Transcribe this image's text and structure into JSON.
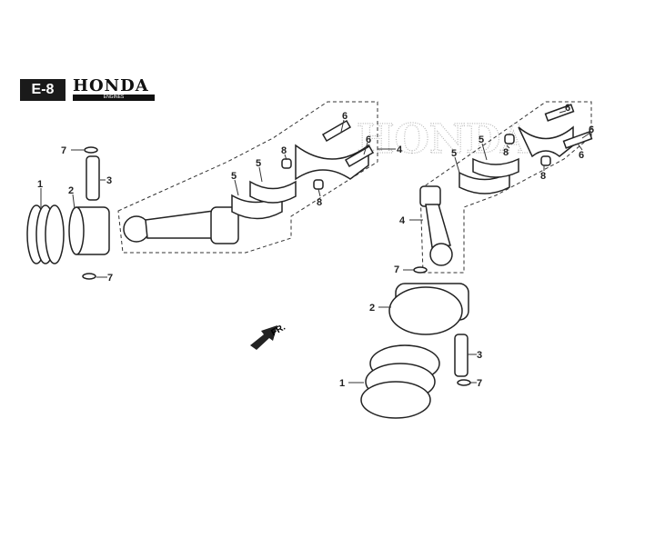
{
  "header": {
    "section": "E-8",
    "brand": "HONDA",
    "brand_sub": "ENGINES"
  },
  "watermark": "HONDA",
  "direction_label": "FR.",
  "callouts": {
    "l7a": "7",
    "l3": "3",
    "l1": "1",
    "l2": "2",
    "l7b": "7",
    "m6a": "6",
    "m6b": "6",
    "m4": "4",
    "m8a": "8",
    "m5a": "5",
    "m5b": "5",
    "m8b": "8",
    "r5a": "5",
    "r6a": "6",
    "r8a": "8",
    "r5b": "5",
    "r6b": "6",
    "r6c": "6",
    "r8b": "8",
    "r4": "4",
    "r7a": "7",
    "r2": "2",
    "r3": "3",
    "r7b": "7",
    "r1": "1"
  }
}
